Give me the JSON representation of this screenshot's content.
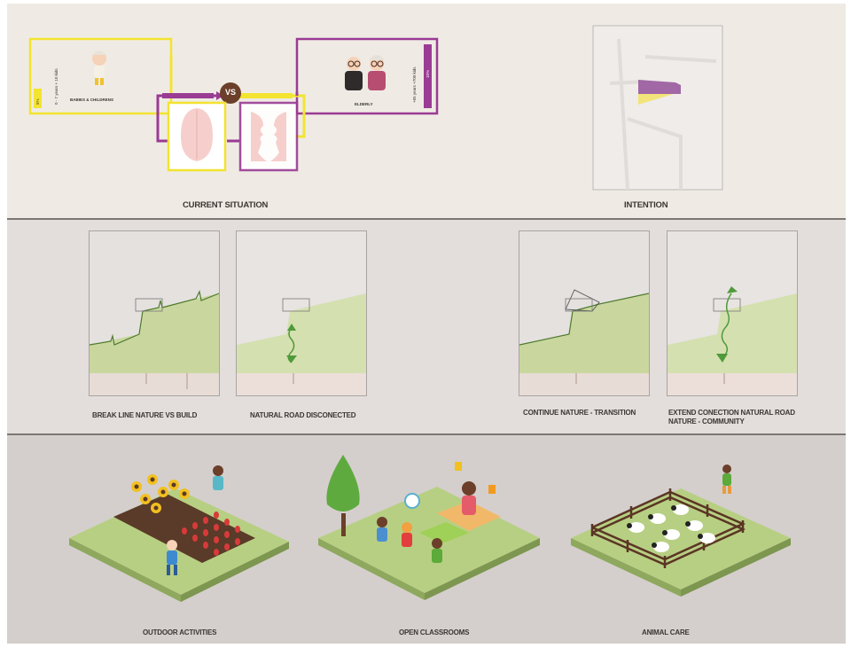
{
  "top": {
    "current_situation": "CURRENT SITUATION",
    "intention": "INTENTION",
    "babies_label": "BABIES & CHILDRENS",
    "elderly_label": "ELDERLY",
    "vs_label": "VS",
    "babies_side_text": "0 - 7 years + 10 kids",
    "babies_pct": "5%",
    "elderly_side_text": "+65 years +700 kids",
    "elderly_pct": "10%"
  },
  "middle": {
    "captions": [
      "BREAK LINE  NATURE VS BUILD",
      "NATURAL ROAD DISCONECTED",
      "CONTINUE NATURE - TRANSITION",
      "EXTEND CONECTION NATURAL ROAD"
    ],
    "caption4_line2": "NATURE - COMMUNITY"
  },
  "bottom": {
    "captions": [
      "OUTDOOR ACTIVITIES",
      "OPEN CLASSROOMS",
      "ANIMAL CARE"
    ]
  },
  "colors": {
    "yellow": "#f2e430",
    "purple": "#9a3b94",
    "brown": "#6b3f2a",
    "green": "#c9d79e",
    "grass": "#b7cf82"
  }
}
